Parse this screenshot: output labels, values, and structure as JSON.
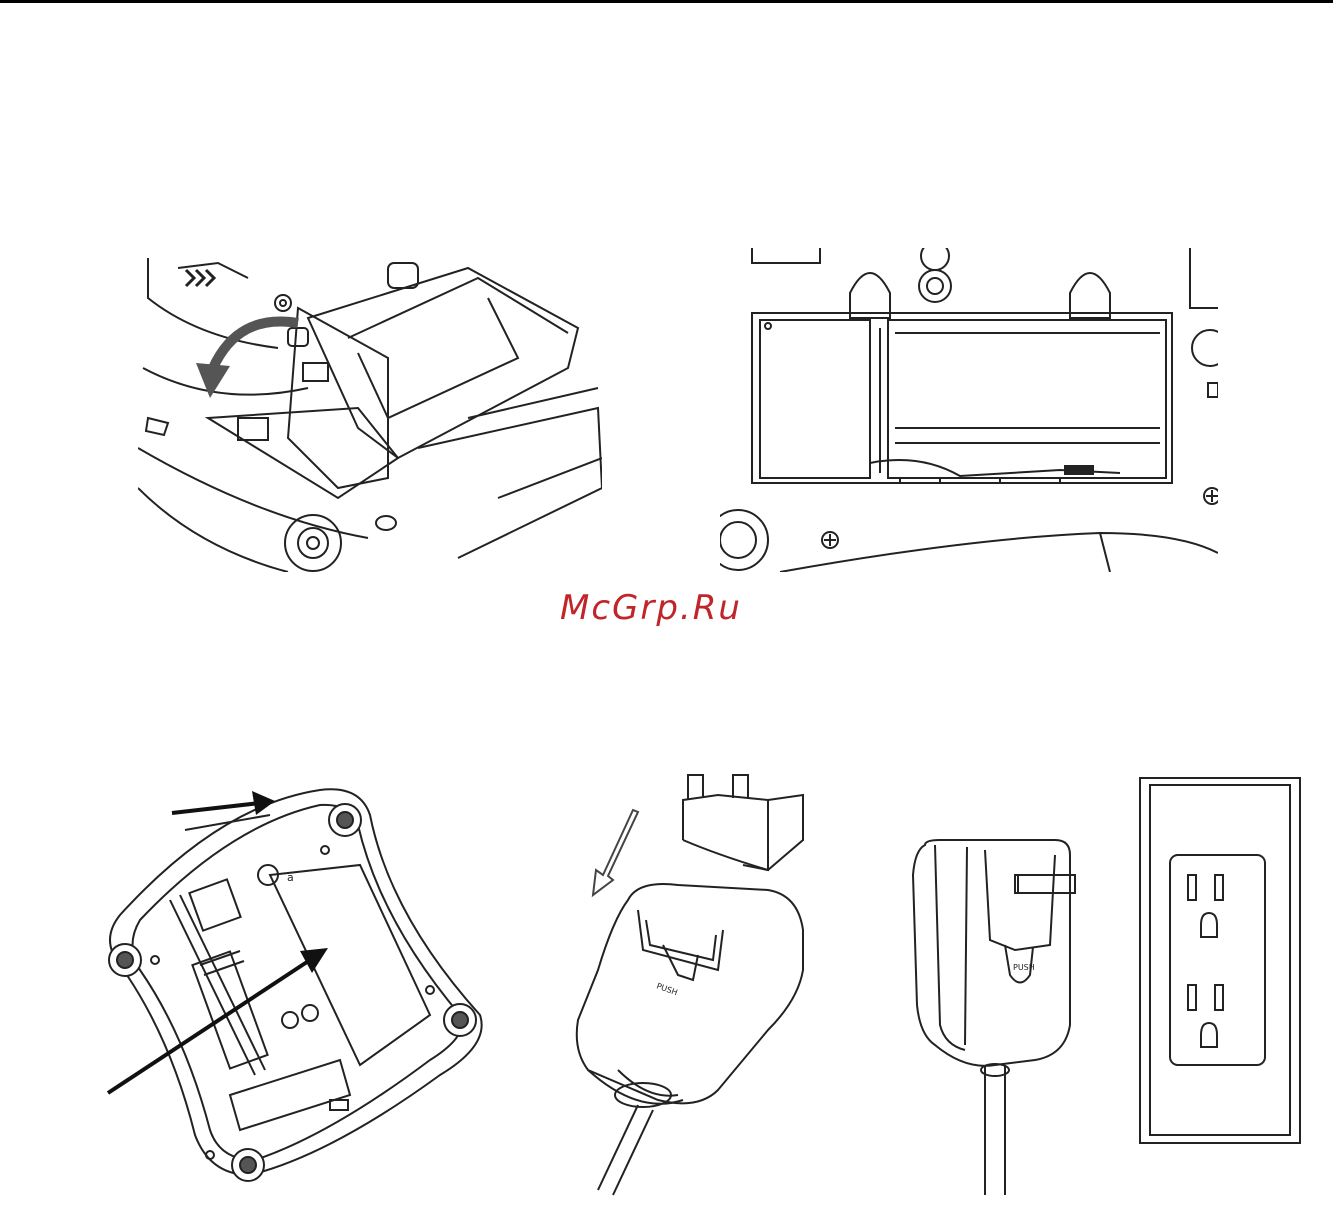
{
  "watermark": {
    "text": "McGrp.Ru",
    "color": "#c0252a"
  },
  "figures": {
    "battery_compartment_open": {
      "icon": "battery-compartment-open-illustration"
    },
    "battery_compartment_top": {
      "icon": "battery-compartment-top-illustration"
    },
    "scale_underside": {
      "icon": "scale-underside-illustration",
      "label_a": "a"
    },
    "adapter_plug_attach": {
      "icon": "adapter-plug-attach-illustration",
      "push_label": "PUSH"
    },
    "adapter_wall_outlet": {
      "icon": "adapter-wall-outlet-illustration",
      "push_label": "PUSH"
    }
  }
}
